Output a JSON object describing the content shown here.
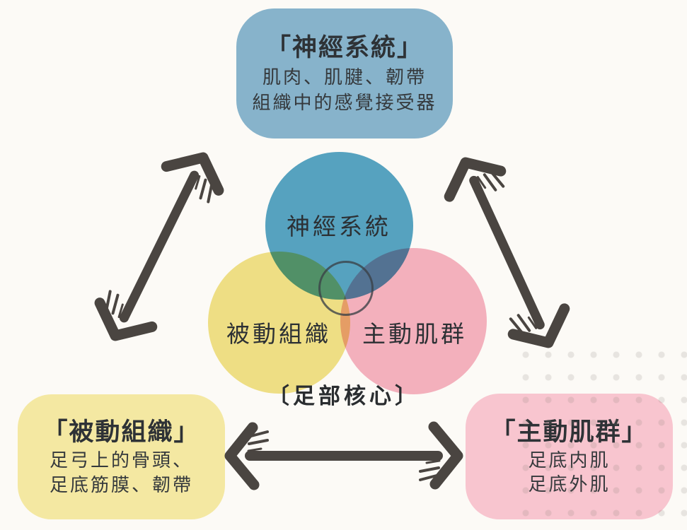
{
  "top_box": {
    "title": "「神經系統」",
    "line1": "肌肉、肌腱、韌帶",
    "line2": "組織中的感覺接受器"
  },
  "venn": {
    "blue_label": "神經系統",
    "yellow_label": "被動組織",
    "pink_label": "主動肌群",
    "center_label": "〔足部核心〕"
  },
  "left_box": {
    "title": "「被動組織」",
    "line1": "足弓上的骨頭、",
    "line2": "足底筋膜、韌帶"
  },
  "right_box": {
    "title": "「主動肌群」",
    "line1": "足底内肌",
    "line2": "足底外肌"
  },
  "colors": {
    "background": "#fcfaf6",
    "top_box": "#87b3cb",
    "blue_circle": "#57a5c6",
    "yellow_circle": "#f1e389",
    "pink_circle": "#f6b4c3",
    "left_box": "#f4e8a2",
    "right_box": "#f8c5cf",
    "arrow": "#4a4541",
    "text": "#2e3236",
    "dots": "#e6e3e0"
  }
}
